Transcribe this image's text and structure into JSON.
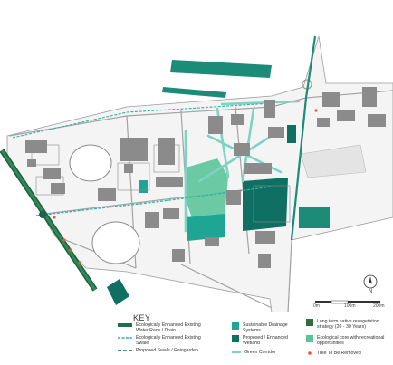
{
  "map": {
    "colors": {
      "background": "#ffffff",
      "building": "#8b8b8b",
      "building_dark": "#6f6f6f",
      "road": "#9c9c9c",
      "teal_panel": "#1c8b78",
      "green_corridor": "#7ed3c3",
      "green_core": "#5cc49b",
      "dark_wetland": "#0f6f63",
      "dark_green": "#356b3d",
      "water_race": "#236f4b",
      "swale": "#2bb5a3",
      "tree_removed": "#e05a3a"
    },
    "north_symbol": "N",
    "scale": {
      "labels": [
        "0m",
        "100m",
        "200m"
      ]
    }
  },
  "key": {
    "title": "KEY",
    "items": [
      {
        "label": "Ecologically Enhanced Existing Water Race / Drain",
        "symbol": "water-race-line",
        "color": "#236f4b"
      },
      {
        "label": "Ecologically Enhanced Existing Swale",
        "symbol": "dashed-teal-line",
        "color": "#2bb5a3"
      },
      {
        "label": "Proposed Swale / Raingarden",
        "symbol": "dashed-dark-line",
        "color": "#0f6f63"
      },
      {
        "label": "Sustainable Drainage Systems",
        "symbol": "teal-square",
        "color": "#1fa593"
      },
      {
        "label": "Proposed / Enhanced Wetland",
        "symbol": "dark-teal-square",
        "color": "#0f6f63"
      },
      {
        "label": "Green Corridor",
        "symbol": "corridor-line",
        "color": "#7ed3c3"
      },
      {
        "label": "Long term native revegetation strategy (20 - 30 Years)",
        "symbol": "dark-green-square",
        "color": "#356b3d"
      },
      {
        "label": "Ecological core with recreational opportunities",
        "symbol": "green-square",
        "color": "#5cc49b"
      },
      {
        "label": "Tree To Be Removed",
        "symbol": "red-dot",
        "color": "#e05a3a"
      }
    ]
  }
}
